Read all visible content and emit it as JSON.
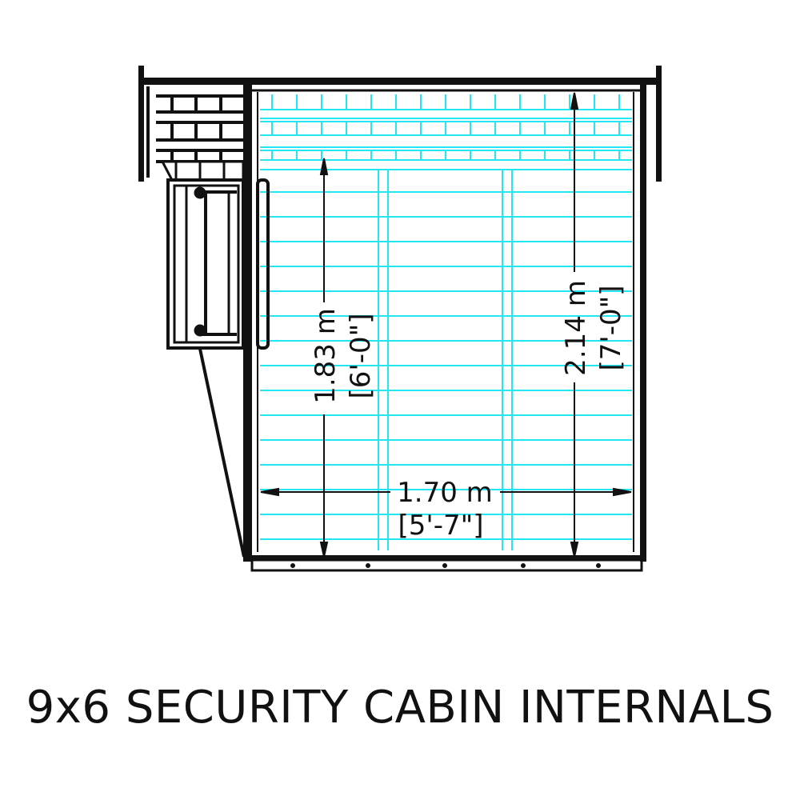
{
  "title": "9x6 SECURITY CABIN INTERNALS",
  "dimensions": {
    "left_height": {
      "metric": "1.83 m",
      "imperial": "[6'-0\"]"
    },
    "right_height": {
      "metric": "2.14 m",
      "imperial": "[7'-0\"]"
    },
    "width": {
      "metric": "1.70 m",
      "imperial": "[5'-7\"]"
    }
  },
  "colors": {
    "line": "#111111",
    "cladding": "#22e6f2"
  }
}
